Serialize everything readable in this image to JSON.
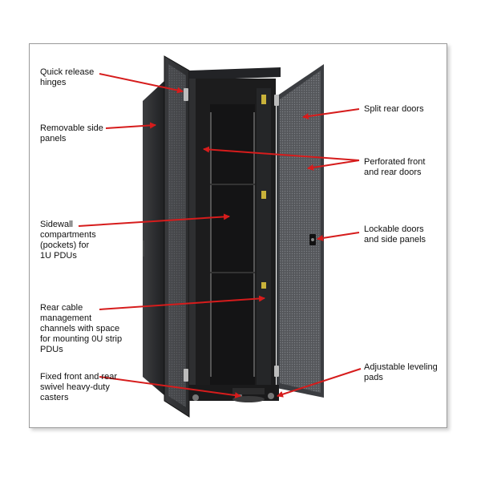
{
  "colors": {
    "arrow": "#d61c1c",
    "frame_border": "#9a9a9a",
    "cabinet_dark": "#1c1c1d",
    "door_perforated": "#5a5c60",
    "label_text": "#111111"
  },
  "labels": {
    "quick_release_hinges": "Quick release\nhinges",
    "removable_side_panels": "Removable side\npanels",
    "sidewall_compartments": "Sidewall\ncompartments\n(pockets) for\n1U PDUs",
    "rear_cable_management": "Rear cable\nmanagement\nchannels with space\nfor mounting 0U strip\nPDUs",
    "fixed_casters": "Fixed front and rear\nswivel heavy-duty\ncasters",
    "split_rear_doors": "Split rear doors",
    "perforated_doors": "Perforated front\nand rear doors",
    "lockable_doors": "Lockable doors\nand side panels",
    "adjustable_leveling_pads": "Adjustable leveling\npads"
  }
}
